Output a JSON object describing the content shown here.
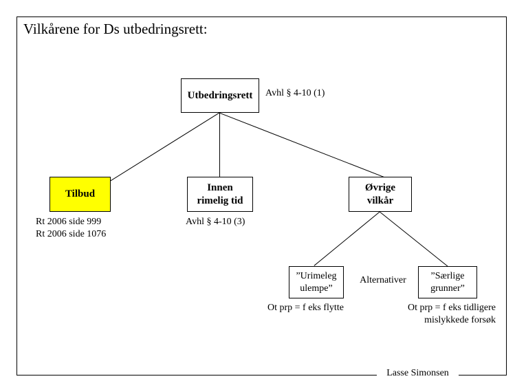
{
  "slide": {
    "title": "Vilkårene for Ds utbedringsrett:",
    "footer": "Lasse Simonsen",
    "accent_color": "#FFFF00",
    "line_color": "#000000",
    "background_color": "#FFFFFF"
  },
  "nodes": {
    "root": {
      "label": "Utbedringsrett",
      "note": "Avhl § 4-10 (1)"
    },
    "tilbud": {
      "label": "Tilbud",
      "note": "Rt 2006 side 999\nRt 2006 side 1076",
      "fill": "#FFFF00"
    },
    "innen": {
      "label": "Innen\nrimelig tid",
      "note": "Avhl § 4-10 (3)"
    },
    "ovrige": {
      "label": "Øvrige\nvilkår"
    },
    "urimeleg": {
      "label": "”Urimeleg\nulempe”",
      "note": "Ot prp = f eks flytte"
    },
    "saerlige": {
      "label": "”Særlige\ngrunner”",
      "note": "Ot prp = f eks tidligere\nmislykkede forsøk"
    }
  },
  "labels": {
    "alternativer": "Alternativer"
  },
  "edges": [
    {
      "from": "root",
      "to": "tilbud"
    },
    {
      "from": "root",
      "to": "innen"
    },
    {
      "from": "root",
      "to": "ovrige"
    },
    {
      "from": "ovrige",
      "to": "urimeleg"
    },
    {
      "from": "ovrige",
      "to": "saerlige"
    }
  ]
}
